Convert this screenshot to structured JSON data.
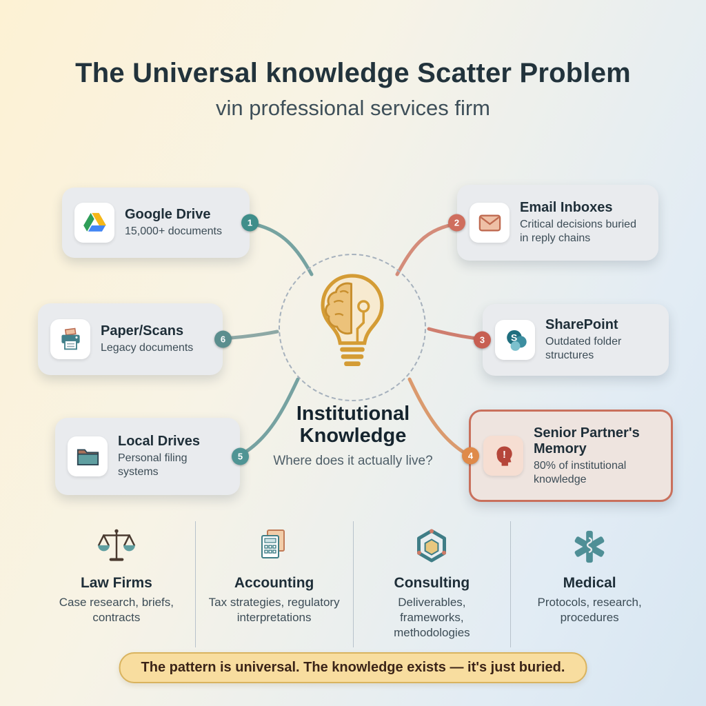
{
  "colors": {
    "background_warm": "#fdf2d4",
    "background_cool": "#d7e6f2",
    "card_background": "#e9ebee",
    "highlight_card_border": "#c9705c",
    "teal_accent": "#4f9494",
    "salmon_accent": "#cf6e5e",
    "orange_accent": "#df8a4a",
    "amber_bulb": "#d49c35",
    "banner_background": "#f8dd9f",
    "banner_border": "#d9b35e",
    "title_color": "#22333c"
  },
  "title": {
    "prefix": "The ",
    "main": "Universal knowledge Scatter Problem",
    "subtitle": "vin professional services firm"
  },
  "center": {
    "icon": "lightbulb-brain-icon",
    "title": "Institutional Knowledge",
    "subtitle": "Where does it actually live?"
  },
  "sources": [
    {
      "badge": "1",
      "name": "Google Drive",
      "desc": "15,000+ documents",
      "icon": "google-drive-icon"
    },
    {
      "badge": "2",
      "name": "Email Inboxes",
      "desc": "Critical decisions buried in reply chains",
      "icon": "email-envelope-icon"
    },
    {
      "badge": "3",
      "name": "SharePoint",
      "desc": "Outdated folder structures",
      "icon": "sharepoint-icon"
    },
    {
      "badge": "4",
      "name": "Senior Partner's Memory",
      "desc": "80% of institutional knowledge",
      "icon": "head-alert-icon",
      "highlighted": true
    },
    {
      "badge": "5",
      "name": "Local Drives",
      "desc": "Personal filing systems",
      "icon": "folder-icon"
    },
    {
      "badge": "6",
      "name": "Paper/Scans",
      "desc": "Legacy documents",
      "icon": "printer-scanner-icon"
    }
  ],
  "industries": [
    {
      "name": "Law Firms",
      "desc": "Case research, briefs, contracts",
      "icon": "scales-of-justice-icon"
    },
    {
      "name": "Accounting",
      "desc": "Tax strategies, regulatory interpretations",
      "icon": "calculator-document-icon"
    },
    {
      "name": "Consulting",
      "desc": "Deliverables, frameworks, methodologies",
      "icon": "hexagon-icon"
    },
    {
      "name": "Medical",
      "desc": "Protocols, research, procedures",
      "icon": "medical-star-icon"
    }
  ],
  "banner": {
    "text": "The pattern is universal. The knowledge exists — it's just buried."
  }
}
